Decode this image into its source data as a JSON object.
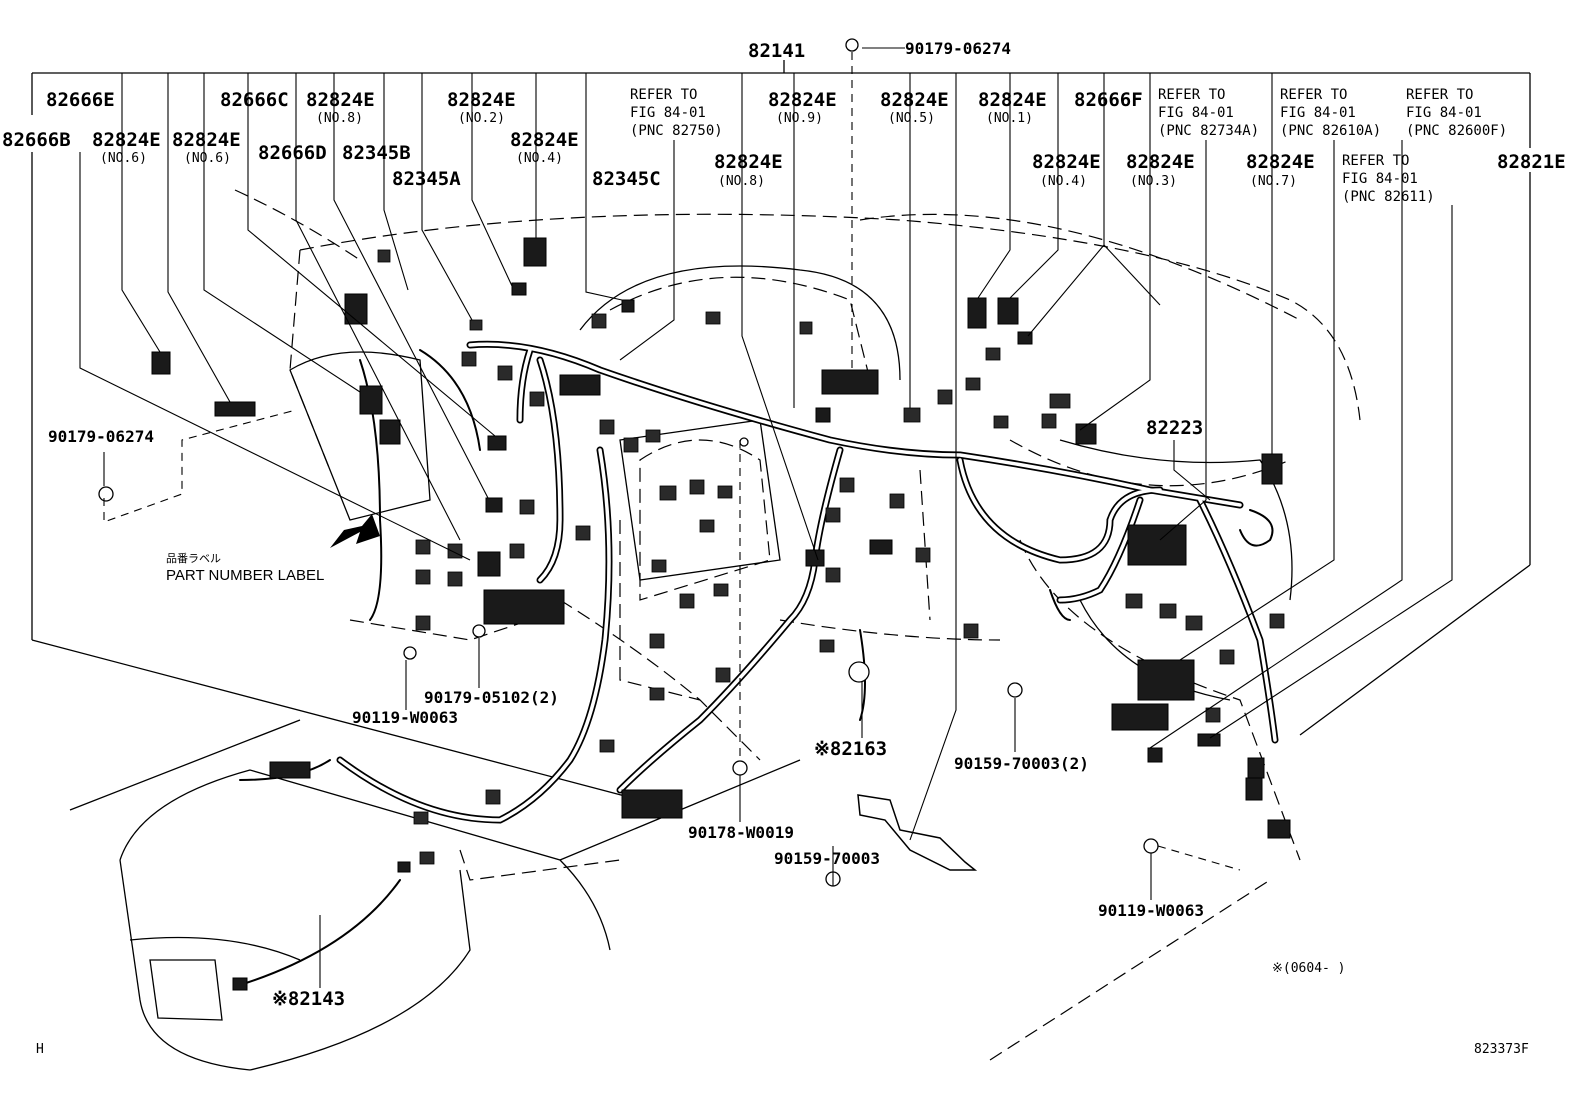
{
  "diagram_code": "823373F",
  "corner_mark": "H",
  "footnote": "※(0604-     )",
  "part_number_label": {
    "jp": "品番ラベル",
    "en": "PART NUMBER LABEL"
  },
  "callouts": [
    {
      "id": "c01",
      "pn": "82141",
      "sub": ""
    },
    {
      "id": "c02",
      "pn": "90179-06274",
      "sub": ""
    },
    {
      "id": "c03",
      "pn": "82666E",
      "sub": ""
    },
    {
      "id": "c04",
      "pn": "82666C",
      "sub": ""
    },
    {
      "id": "c05",
      "pn": "82824E",
      "sub": "(NO.8)"
    },
    {
      "id": "c06",
      "pn": "82824E",
      "sub": "(NO.2)"
    },
    {
      "id": "c07",
      "pn": "82824E",
      "sub": "(NO.9)"
    },
    {
      "id": "c08",
      "pn": "82824E",
      "sub": "(NO.5)"
    },
    {
      "id": "c09",
      "pn": "82824E",
      "sub": "(NO.1)"
    },
    {
      "id": "c10",
      "pn": "82666F",
      "sub": ""
    },
    {
      "id": "c11",
      "pn": "82666B",
      "sub": ""
    },
    {
      "id": "c12",
      "pn": "82824E",
      "sub": "(NO.6)"
    },
    {
      "id": "c13",
      "pn": "82824E",
      "sub": "(NO.6)"
    },
    {
      "id": "c14",
      "pn": "82666D",
      "sub": ""
    },
    {
      "id": "c15",
      "pn": "82345B",
      "sub": ""
    },
    {
      "id": "c16",
      "pn": "82824E",
      "sub": "(NO.4)"
    },
    {
      "id": "c17",
      "pn": "82345A",
      "sub": ""
    },
    {
      "id": "c18",
      "pn": "82345C",
      "sub": ""
    },
    {
      "id": "c19",
      "pn": "82824E",
      "sub": "(NO.8)"
    },
    {
      "id": "c20",
      "pn": "82824E",
      "sub": "(NO.4)"
    },
    {
      "id": "c21",
      "pn": "82824E",
      "sub": "(NO.3)"
    },
    {
      "id": "c22",
      "pn": "82824E",
      "sub": "(NO.7)"
    },
    {
      "id": "c23",
      "pn": "82821E",
      "sub": ""
    },
    {
      "id": "c24",
      "pn": "90179-06274",
      "sub": ""
    },
    {
      "id": "c25",
      "pn": "82223",
      "sub": ""
    },
    {
      "id": "c26",
      "pn": "90179-05102(2)",
      "sub": ""
    },
    {
      "id": "c27",
      "pn": "90119-W0063",
      "sub": ""
    },
    {
      "id": "c28",
      "pn": "※82163",
      "sub": ""
    },
    {
      "id": "c29",
      "pn": "90159-70003(2)",
      "sub": ""
    },
    {
      "id": "c30",
      "pn": "90178-W0019",
      "sub": ""
    },
    {
      "id": "c31",
      "pn": "90159-70003",
      "sub": ""
    },
    {
      "id": "c32",
      "pn": "90119-W0063",
      "sub": ""
    },
    {
      "id": "c33",
      "pn": "※82143",
      "sub": ""
    }
  ],
  "references": [
    {
      "id": "r1",
      "lines": [
        "REFER TO",
        "FIG 84-01",
        "(PNC 82750)"
      ]
    },
    {
      "id": "r2",
      "lines": [
        "REFER TO",
        "FIG 84-01",
        "(PNC 82734A)"
      ]
    },
    {
      "id": "r3",
      "lines": [
        "REFER TO",
        "FIG 84-01",
        "(PNC 82610A)"
      ]
    },
    {
      "id": "r4",
      "lines": [
        "REFER TO",
        "FIG 84-01",
        "(PNC 82600F)"
      ]
    },
    {
      "id": "r5",
      "lines": [
        "REFER TO",
        "FIG 84-01",
        "(PNC 82611)"
      ]
    }
  ]
}
